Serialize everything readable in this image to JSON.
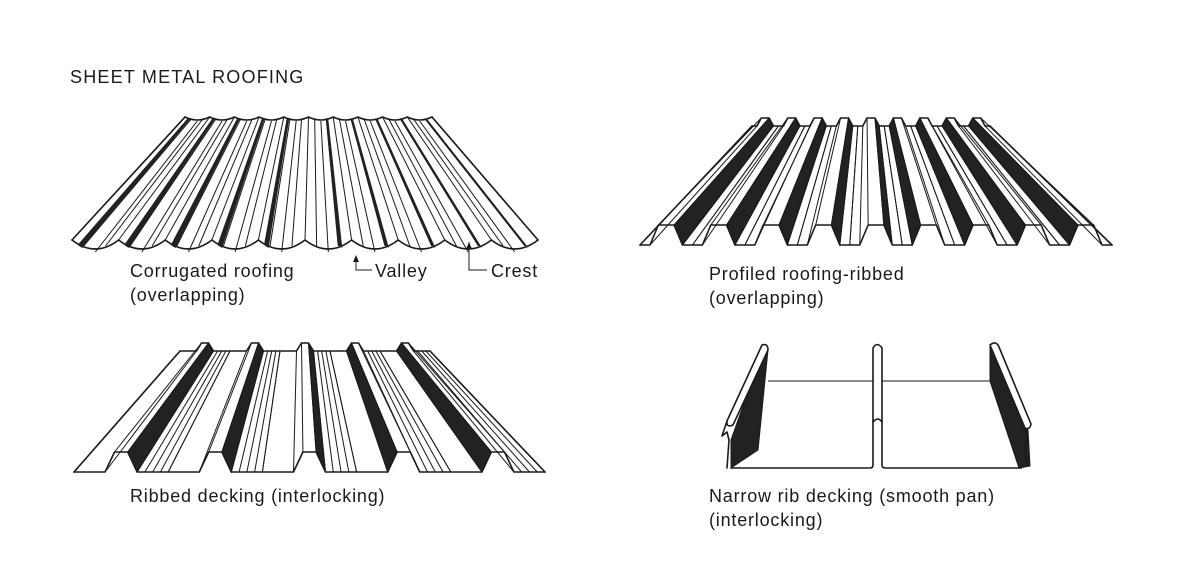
{
  "diagram": {
    "title": "SHEET METAL ROOFING",
    "panels": [
      {
        "id": "corrugated",
        "caption_line1": "Corrugated roofing",
        "caption_line2": "(overlapping)",
        "callouts": [
          {
            "label": "Valley"
          },
          {
            "label": "Crest"
          }
        ],
        "profile": "sinusoidal",
        "corrugations": 10
      },
      {
        "id": "profiled-ribbed",
        "caption_line1": "Profiled roofing-ribbed",
        "caption_line2": "(overlapping)",
        "profile": "trapezoidal",
        "ribs": 9
      },
      {
        "id": "ribbed-decking",
        "caption_line1": "Ribbed decking (interlocking)",
        "profile": "trapezoidal-wide-pan",
        "ribs": 5
      },
      {
        "id": "narrow-rib-decking",
        "caption_line1": "Narrow rib decking (smooth pan)",
        "caption_line2": "(interlocking)",
        "profile": "standing-seam",
        "pans": 2
      }
    ]
  }
}
